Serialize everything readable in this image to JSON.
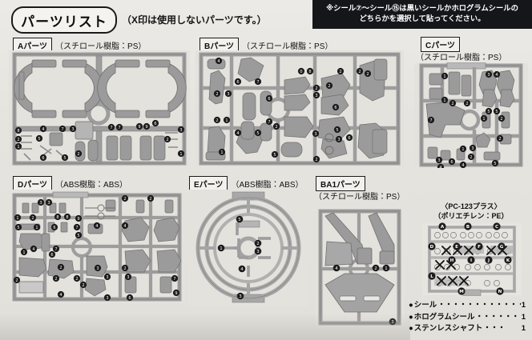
{
  "header": {
    "title": "パーツリスト",
    "note": "（X印は使用しないパーツです。）",
    "notice_line1": "※シール⑦～シール⑮は黒いシールかホログラムシールの",
    "notice_line2": "どちらかを選択して貼ってください。"
  },
  "sections": [
    {
      "id": "a",
      "tag": "Aパーツ",
      "material": "（スチロール樹脂：PS）",
      "two_line": false
    },
    {
      "id": "b",
      "tag": "Bパーツ",
      "material": "（スチロール樹脂：PS）",
      "two_line": false
    },
    {
      "id": "c",
      "tag": "Cパーツ",
      "material": "（スチロール樹脂：PS）",
      "two_line": true
    },
    {
      "id": "d",
      "tag": "Dパーツ",
      "material": "（ABS樹脂：ABS）",
      "two_line": false
    },
    {
      "id": "e",
      "tag": "Eパーツ",
      "material": "（ABS樹脂：ABS）",
      "two_line": false
    },
    {
      "id": "ba1",
      "tag": "BA1パーツ",
      "material": "（スチロール樹脂：PS）",
      "two_line": true
    }
  ],
  "polycap": {
    "name": "〈PC-123プラス〉",
    "material": "（ポリエチレン：PE）",
    "labels": [
      "A",
      "B",
      "C",
      "D",
      "E",
      "F",
      "G",
      "H",
      "I",
      "J",
      "K",
      "L",
      "M",
      "N"
    ],
    "unused_mark": "✕"
  },
  "legend": {
    "items": [
      {
        "bullet": "●",
        "name": "シール",
        "leader": "・・・・・・・・・・・・・",
        "qty": "1"
      },
      {
        "bullet": "●",
        "name": "ホログラムシール",
        "leader": "・・・・・・",
        "qty": "1"
      },
      {
        "bullet": "●",
        "name": "ステンレスシャフト",
        "leader": "・・・",
        "qty": "1"
      }
    ]
  },
  "colors": {
    "page_bg": "#e8e6e1",
    "notice_bg": "#15161a",
    "runner_frame": "#9a9a9a",
    "part_fill": "#9b9b9b",
    "part_fill_light": "#c9c9c9",
    "outline": "#6e6e6e",
    "marker_fill": "#1c1c1c"
  }
}
